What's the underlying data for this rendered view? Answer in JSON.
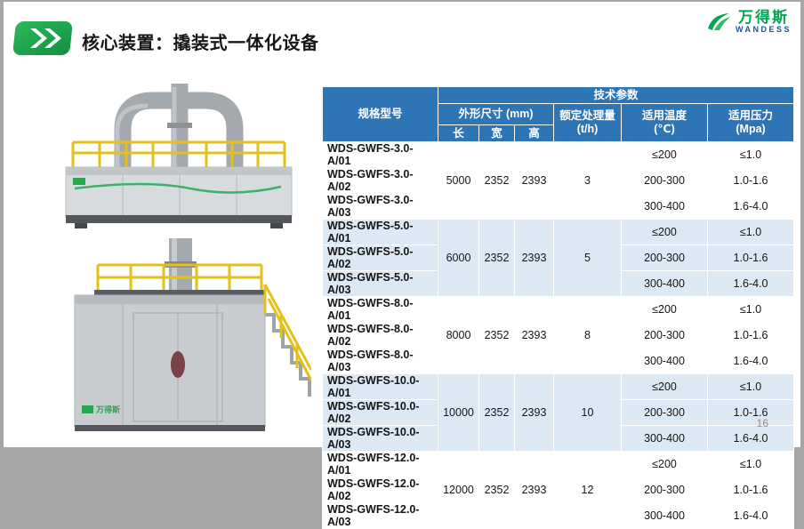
{
  "slide": {
    "title": "核心装置：撬装式一体化设备",
    "page_number": "16"
  },
  "logo": {
    "name": "万得斯",
    "subtitle": "WANDESS"
  },
  "colors": {
    "header_blue": "#2E75B6",
    "shaded_row_blue": "#DCE9F5",
    "brand_green": "#00A651",
    "logo_blue": "#1F4E9C",
    "railing_yellow": "#E4C118"
  },
  "table": {
    "headers": {
      "tech_params": "技术参数",
      "model": "规格型号",
      "dimensions": "外形尺寸 (mm)",
      "length": "长",
      "width": "宽",
      "height": "高",
      "capacity_line1": "额定处理量",
      "capacity_line2": "(t/h)",
      "temperature_line1": "适用温度",
      "temperature_line2": "(℃)",
      "pressure_line1": "适用压力",
      "pressure_line2": "(Mpa)"
    },
    "groups": [
      {
        "shaded": false,
        "length": "5000",
        "width": "2352",
        "height": "2393",
        "capacity": "3",
        "rows": [
          {
            "model": "WDS-GWFS-3.0-A/01",
            "temperature": "≤200",
            "pressure": "≤1.0"
          },
          {
            "model": "WDS-GWFS-3.0-A/02",
            "temperature": "200-300",
            "pressure": "1.0-1.6"
          },
          {
            "model": "WDS-GWFS-3.0-A/03",
            "temperature": "300-400",
            "pressure": "1.6-4.0"
          }
        ]
      },
      {
        "shaded": true,
        "length": "6000",
        "width": "2352",
        "height": "2393",
        "capacity": "5",
        "rows": [
          {
            "model": "WDS-GWFS-5.0-A/01",
            "temperature": "≤200",
            "pressure": "≤1.0"
          },
          {
            "model": "WDS-GWFS-5.0-A/02",
            "temperature": "200-300",
            "pressure": "1.0-1.6"
          },
          {
            "model": "WDS-GWFS-5.0-A/03",
            "temperature": "300-400",
            "pressure": "1.6-4.0"
          }
        ]
      },
      {
        "shaded": false,
        "length": "8000",
        "width": "2352",
        "height": "2393",
        "capacity": "8",
        "rows": [
          {
            "model": "WDS-GWFS-8.0-A/01",
            "temperature": "≤200",
            "pressure": "≤1.0"
          },
          {
            "model": "WDS-GWFS-8.0-A/02",
            "temperature": "200-300",
            "pressure": "1.0-1.6"
          },
          {
            "model": "WDS-GWFS-8.0-A/03",
            "temperature": "300-400",
            "pressure": "1.6-4.0"
          }
        ]
      },
      {
        "shaded": true,
        "length": "10000",
        "width": "2352",
        "height": "2393",
        "capacity": "10",
        "rows": [
          {
            "model": "WDS-GWFS-10.0-A/01",
            "temperature": "≤200",
            "pressure": "≤1.0"
          },
          {
            "model": "WDS-GWFS-10.0-A/02",
            "temperature": "200-300",
            "pressure": "1.0-1.6"
          },
          {
            "model": "WDS-GWFS-10.0-A/03",
            "temperature": "300-400",
            "pressure": "1.6-4.0"
          }
        ]
      },
      {
        "shaded": false,
        "length": "12000",
        "width": "2352",
        "height": "2393",
        "capacity": "12",
        "rows": [
          {
            "model": "WDS-GWFS-12.0-A/01",
            "temperature": "≤200",
            "pressure": "≤1.0"
          },
          {
            "model": "WDS-GWFS-12.0-A/02",
            "temperature": "200-300",
            "pressure": "1.0-1.6"
          },
          {
            "model": "WDS-GWFS-12.0-A/03",
            "temperature": "300-400",
            "pressure": "1.6-4.0"
          }
        ]
      }
    ]
  }
}
